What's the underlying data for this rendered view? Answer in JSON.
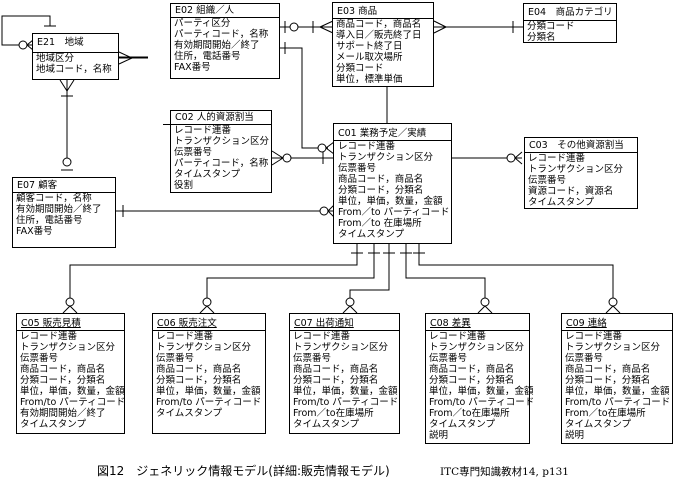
{
  "diagram": {
    "type": "entity-relationship",
    "entities": {
      "E21": {
        "title": "E21　地域",
        "attrs": [
          "地域区分",
          "地域コード，名称"
        ]
      },
      "E02": {
        "title": "E02 組織／人",
        "attrs": [
          "パーティ区分",
          "パーティコード，名称",
          "有効期間開始／終了",
          "住所，電話番号",
          "FAX番号"
        ]
      },
      "E03": {
        "title": "E03 商品",
        "attrs": [
          "商品コード，商品名",
          "導入日／販売終了日",
          "サポート終了日",
          "メール取次場所",
          "分類コード",
          "単位，標準単価"
        ]
      },
      "E04": {
        "title": "E04　商品カテゴリ",
        "attrs": [
          "分類コード",
          "分類名"
        ]
      },
      "C02": {
        "title": "C02 人的資源割当",
        "attrs": [
          "レコード連番",
          "トランザクション区分",
          "伝票番号",
          "パーティコード，名称",
          "タイムスタンプ",
          "役割"
        ]
      },
      "C01": {
        "title": "C01 業務予定／実績",
        "attrs": [
          "レコード連番",
          "トランザクション区分",
          "伝票番号",
          "商品コード，商品名",
          "分類コード，分類名",
          "単位，単価，数量，金額",
          "From／to パーティコード",
          "From／to 在庫場所",
          "タイムスタンプ"
        ]
      },
      "C03": {
        "title": "C03　その他資源割当",
        "attrs": [
          "レコード連番",
          "トランザクション区分",
          "伝票番号",
          "資源コード，資源名",
          "タイムスタンプ"
        ]
      },
      "E07": {
        "title": "E07 顧客",
        "attrs": [
          "顧客コード，名称",
          "有効期間開始／終了",
          "住所，電話番号",
          "FAX番号"
        ]
      },
      "C05": {
        "title": "C05 販売見積",
        "attrs": [
          "レコード連番",
          "トランザクション区分",
          "伝票番号",
          "商品コード，商品名",
          "分類コード，分類名",
          "単位，単価，数量，金額",
          "From/to パーティコード",
          "有効期間開始／終了",
          "タイムスタンプ"
        ]
      },
      "C06": {
        "title": "C06 販売注文",
        "attrs": [
          "レコード連番",
          "トランザクション区分",
          "伝票番号",
          "商品コード，商品名",
          "分類コード，分類名",
          "単位，単価，数量，金額",
          "From/to パーティコード",
          "タイムスタンプ"
        ]
      },
      "C07": {
        "title": "C07 出荷通知",
        "attrs": [
          "レコード連番",
          "トランザクション区分",
          "伝票番号",
          "商品コード，商品名",
          "分類コード，分類名",
          "単位，単価，数量，金額",
          "From/to パーティコード",
          "From／to在庫場所",
          "タイムスタンプ"
        ]
      },
      "C08": {
        "title": "C08 差異",
        "attrs": [
          "レコード連番",
          "トランザクション区分",
          "伝票番号",
          "商品コード，商品名",
          "分類コード，分類名",
          "単位，単価，数量，金額",
          "From/to パーティコード",
          "From／to在庫場所",
          "タイムスタンプ",
          "説明"
        ]
      },
      "C09": {
        "title": "C09 連絡",
        "attrs": [
          "レコード連番",
          "トランザクション区分",
          "伝票番号",
          "商品コード，商品名",
          "分類コード，分類名",
          "単位，単価，数量，金額",
          "From/to パーティコード",
          "From／to在庫場所",
          "タイムスタンプ",
          "説明"
        ]
      }
    },
    "relationships": [
      {
        "from": "E21",
        "to": "E21",
        "label": "self"
      },
      {
        "from": "E21",
        "to": "E02"
      },
      {
        "from": "E21",
        "to": "E07"
      },
      {
        "from": "E02",
        "to": "E03"
      },
      {
        "from": "E02",
        "to": "C01"
      },
      {
        "from": "E02",
        "to": "C02"
      },
      {
        "from": "E03",
        "to": "E04"
      },
      {
        "from": "E03",
        "to": "C01"
      },
      {
        "from": "C02",
        "to": "C01"
      },
      {
        "from": "C01",
        "to": "C03"
      },
      {
        "from": "E07",
        "to": "C01"
      },
      {
        "from": "C01",
        "to": "C05"
      },
      {
        "from": "C01",
        "to": "C06"
      },
      {
        "from": "C01",
        "to": "C07"
      },
      {
        "from": "C01",
        "to": "C08"
      },
      {
        "from": "C01",
        "to": "C09"
      }
    ]
  },
  "caption": "図12　ジェネリック情報モデル(詳細:販売情報モデル)",
  "source": "ITC専門知識教材14, p131"
}
